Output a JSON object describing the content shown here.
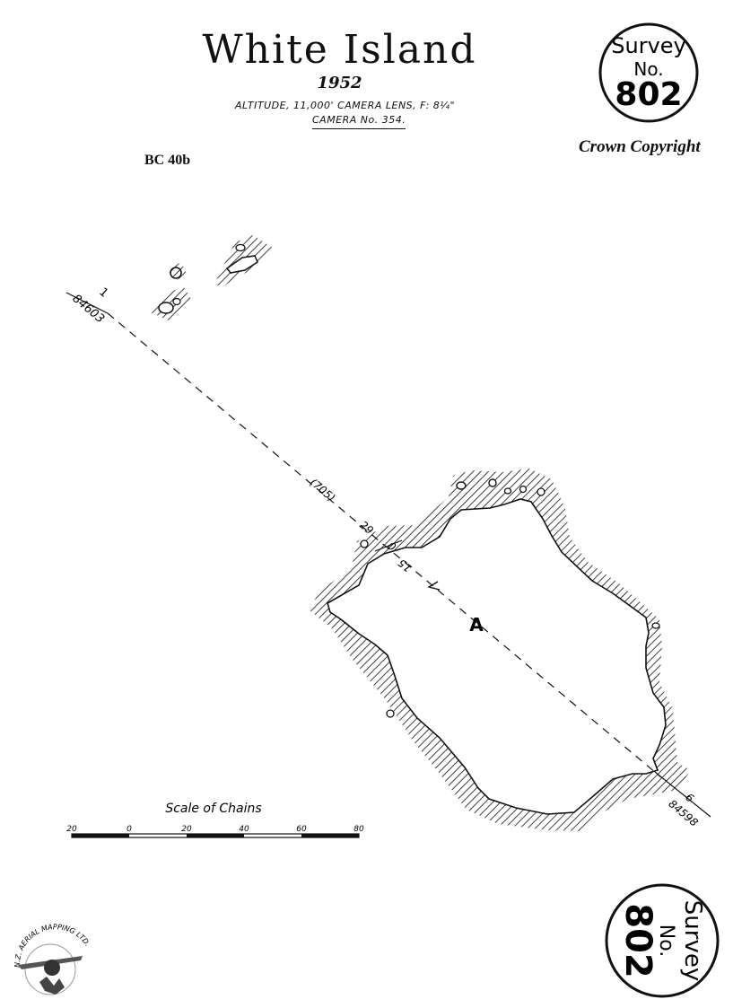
{
  "map": {
    "title": "White Island",
    "year": "1952",
    "altitude_line": "ALTITUDE, 11,000'    CAMERA LENS, F: 8¼\"",
    "camera_line": "CAMERA No. 354.",
    "reference_code": "BC 40b",
    "copyright": "Crown Copyright",
    "feature_label": "A"
  },
  "survey_stamp_top": {
    "word": "Survey",
    "no": "No.",
    "number": "802"
  },
  "survey_stamp_bottom": {
    "word": "Survey",
    "no": "No.",
    "number": "802"
  },
  "flight_line": {
    "start_run": "1",
    "start_photo": "84603",
    "distance": "(705)",
    "mid_a": "29",
    "mid_b": "0",
    "mid_c": "15",
    "end_run": "6",
    "end_photo": "84598"
  },
  "scale_bar": {
    "title": "Scale of Chains",
    "ticks": [
      "20",
      "0",
      "20",
      "40",
      "60",
      "80"
    ]
  },
  "logo": {
    "text": "N.Z. AERIAL MAPPING LTD."
  },
  "colors": {
    "ink": "#111111",
    "paper": "#ffffff"
  }
}
